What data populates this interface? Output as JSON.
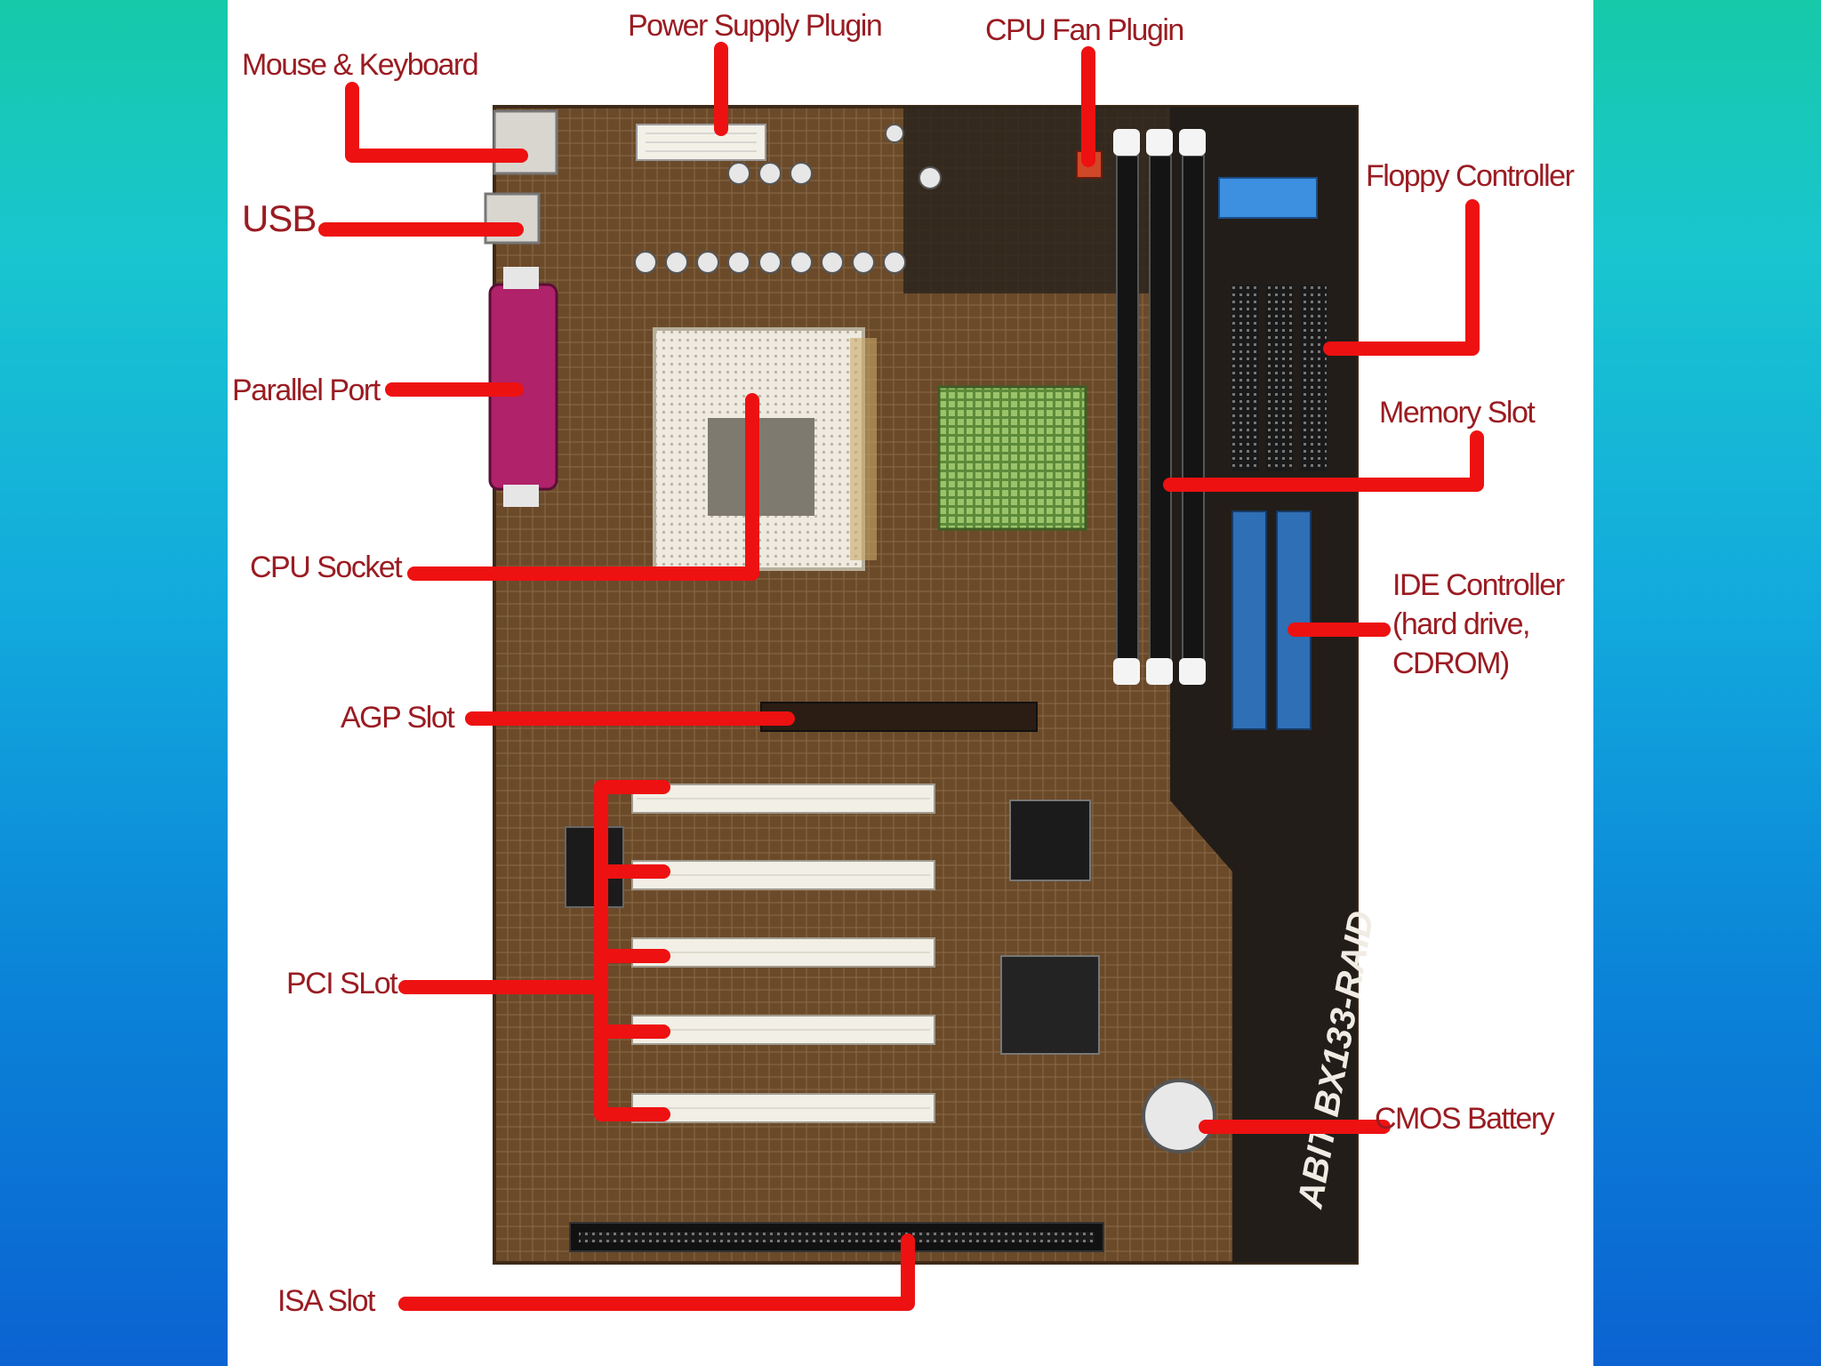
{
  "labels": {
    "mouse_keyboard": "Mouse & Keyboard",
    "power_supply": "Power Supply Plugin",
    "cpu_fan": "CPU Fan Plugin",
    "usb": "USB",
    "floppy": "Floppy Controller",
    "parallel": "Parallel Port",
    "memory": "Memory Slot",
    "cpu_socket": "CPU Socket",
    "ide_line1": "IDE Controller",
    "ide_line2": "(hard drive,",
    "ide_line3": "CDROM)",
    "agp": "AGP Slot",
    "pci": "PCI SLot",
    "cmos": "CMOS Battery",
    "isa": "ISA Slot"
  },
  "board_marking": "ABIT BX133-RAID",
  "colors": {
    "pointer": "#ee1111",
    "label_text": "#9a1c22",
    "board": "#6b4a2a",
    "board_dark": "#1d1a17",
    "slot_white": "#f2efe6",
    "ide_blue": "#2f6fb6",
    "parallel_port": "#b0226a",
    "heatsink": "#6f9a4a"
  }
}
